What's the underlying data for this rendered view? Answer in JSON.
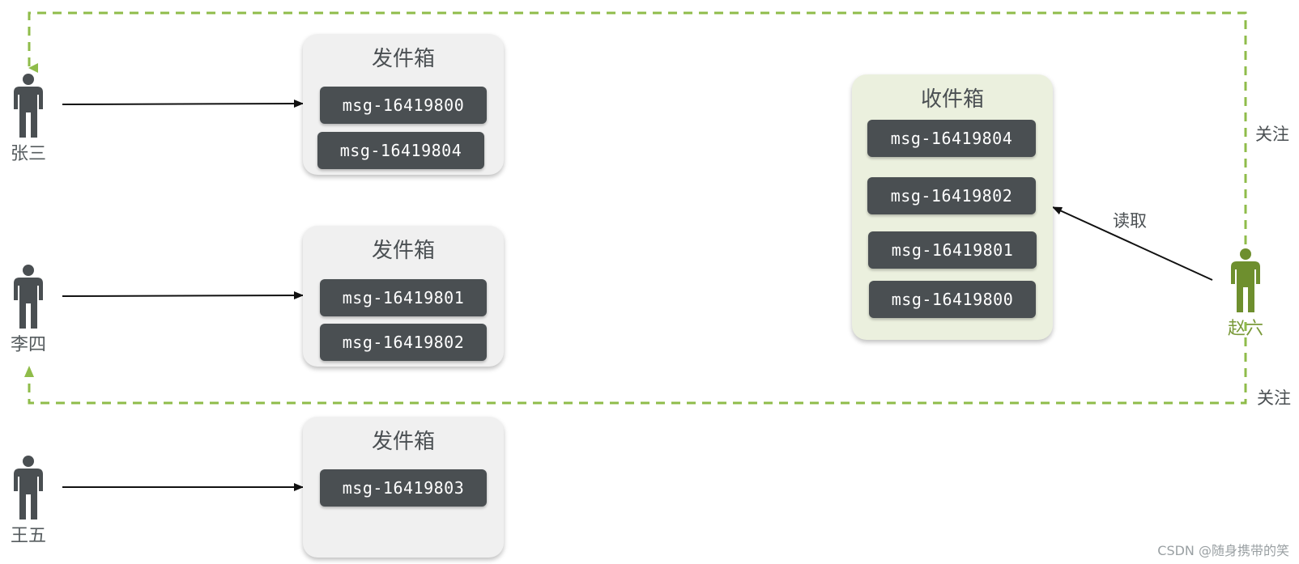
{
  "users": [
    {
      "name": "张三"
    },
    {
      "name": "李四"
    },
    {
      "name": "王五"
    },
    {
      "name": "赵六"
    }
  ],
  "outboxes": [
    {
      "title": "发件箱",
      "messages": [
        "msg-16419800",
        "msg-16419804"
      ]
    },
    {
      "title": "发件箱",
      "messages": [
        "msg-16419801",
        "msg-16419802"
      ]
    },
    {
      "title": "发件箱",
      "messages": [
        "msg-16419803"
      ]
    }
  ],
  "inbox": {
    "title": "收件箱",
    "messages": [
      "msg-16419804",
      "msg-16419802",
      "msg-16419801",
      "msg-16419800"
    ]
  },
  "labels": {
    "read": "读取",
    "follow_top": "关注",
    "follow_bottom": "关注"
  },
  "watermark": "CSDN @随身携带的笑",
  "colors": {
    "person_dark": "#4a4f52",
    "person_green": "#6e8f2e",
    "follow_line": "#8fbc4a",
    "msg_bg": "#4a4f52",
    "outbox_bg": "#f0f0f0",
    "inbox_bg": "#ebf0de"
  }
}
